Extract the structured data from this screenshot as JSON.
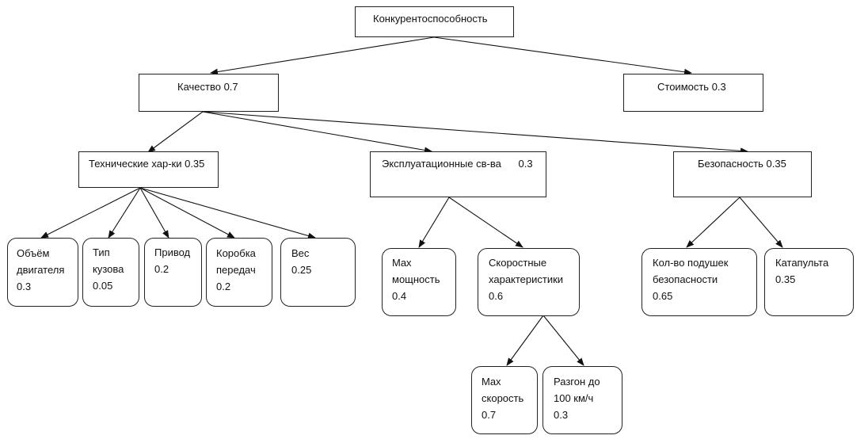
{
  "diagram": {
    "root": {
      "label": "Конкурентоспособность"
    },
    "quality": {
      "label": "Качество 0.7"
    },
    "cost": {
      "label": "Стоимость 0.3"
    },
    "technical": {
      "label": "Технические хар-ки 0.35"
    },
    "operational": {
      "label": "Эксплуатационные св-ва      0.3"
    },
    "safety": {
      "label": "Безопасность 0.35"
    },
    "engine_volume": {
      "line1": "Объём",
      "line2": "двигателя",
      "line3": "0.3"
    },
    "body_type": {
      "line1": "Тип",
      "line2": "кузова",
      "line3": "0.05"
    },
    "drive": {
      "line1": "Привод",
      "line2": "0.2"
    },
    "gearbox": {
      "line1": "Коробка",
      "line2": "передач",
      "line3": "0.2"
    },
    "weight": {
      "line1": "Вес",
      "line2": "0.25"
    },
    "max_power": {
      "line1": "Max",
      "line2": "мощность",
      "line3": "0.4"
    },
    "speed_chars": {
      "line1": "Скоростные",
      "line2": "характеристики",
      "line3": "0.6"
    },
    "airbags": {
      "line1": "Кол-во подушек",
      "line2": "безопасности",
      "line3": "0.65"
    },
    "catapult": {
      "line1": "Катапульта",
      "line2": "0.35"
    },
    "max_speed": {
      "line1": "Max",
      "line2": "скорость",
      "line3": "0.7"
    },
    "acceleration": {
      "line1": "Разгон до",
      "line2": "100 км/ч",
      "line3": "0.3"
    }
  }
}
